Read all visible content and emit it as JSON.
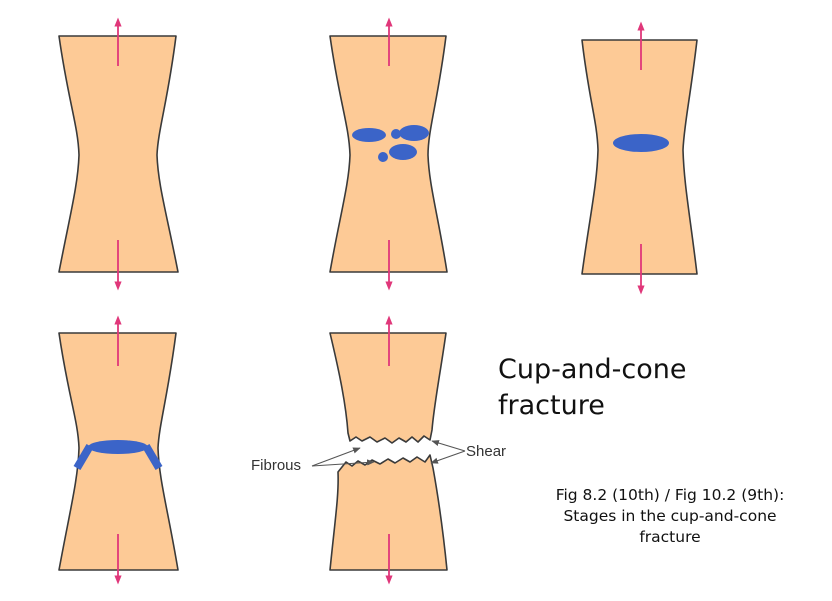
{
  "title_lines": [
    "Cup-and-cone",
    "fracture"
  ],
  "caption_lines": [
    "Fig 8.2 (10th) / Fig 10.2 (9th):",
    "Stages in the cup-and-cone",
    "fracture"
  ],
  "labels": {
    "fibrous": "Fibrous",
    "shear": "Shear"
  },
  "colors": {
    "specimen": "#fdca96",
    "specimen_outline": "#3a3a3a",
    "void": "#3b64c8",
    "arrow": "#e0377a",
    "text": "#111111"
  }
}
